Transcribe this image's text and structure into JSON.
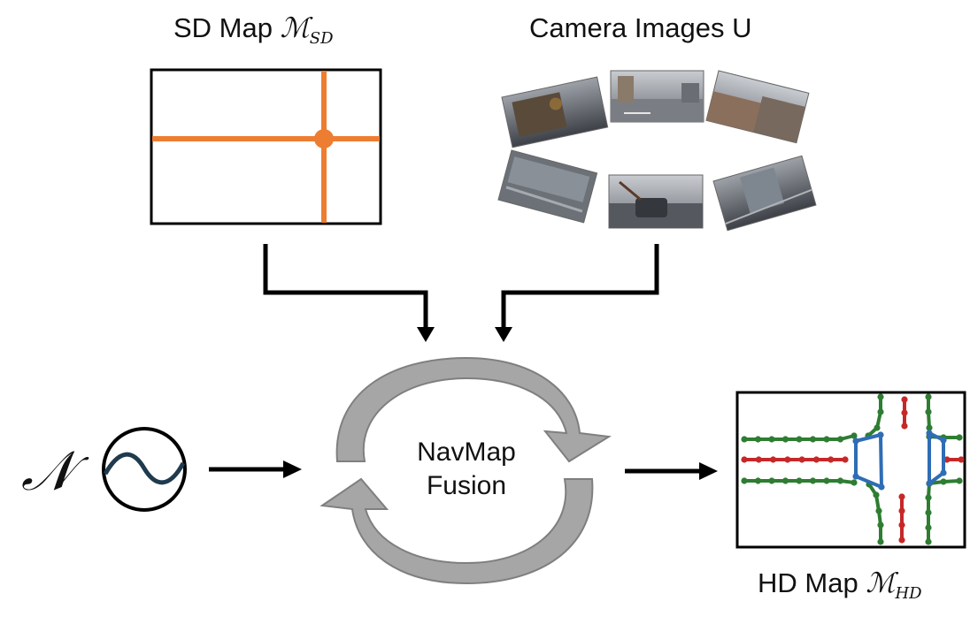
{
  "inputs": {
    "sd_map": {
      "label": "SD Map",
      "symbol": "ℳ",
      "subscript": "SD"
    },
    "camera_images": {
      "label": "Camera Images",
      "symbol": "U"
    }
  },
  "noise": {
    "symbol": "𝒩"
  },
  "fusion": {
    "line1": "NavMap",
    "line2": "Fusion"
  },
  "output": {
    "label": "HD Map",
    "symbol": "ℳ",
    "subscript": "HD"
  },
  "colors": {
    "road_orange": "#ed7d31",
    "divider_green": "#2e7d32",
    "centerline_red": "#c62828",
    "crossing_blue": "#2f6db5",
    "arrow_gray": "#a6a6a6",
    "noise_wave": "#1f3b4d"
  }
}
